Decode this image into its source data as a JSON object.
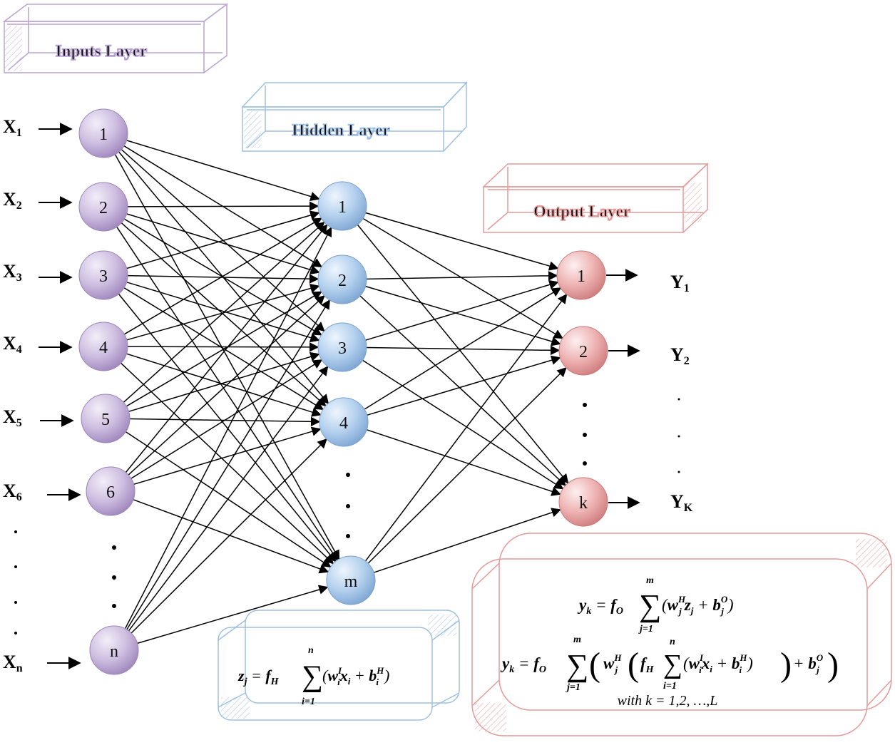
{
  "layers": {
    "inputs": "Inputs Layer",
    "hidden": "Hidden Layer",
    "output": "Output Layer"
  },
  "inputs": {
    "labels": [
      {
        "base": "X",
        "sub": "1"
      },
      {
        "base": "X",
        "sub": "2"
      },
      {
        "base": "X",
        "sub": "3"
      },
      {
        "base": "X",
        "sub": "4"
      },
      {
        "base": "X",
        "sub": "5"
      },
      {
        "base": "X",
        "sub": "6"
      },
      {
        "base": "X",
        "sub": "n"
      }
    ],
    "nodes": [
      "1",
      "2",
      "3",
      "4",
      "5",
      "6",
      "n"
    ]
  },
  "hidden": {
    "nodes": [
      "1",
      "2",
      "3",
      "4",
      "m"
    ]
  },
  "output": {
    "nodes": [
      "1",
      "2",
      "k"
    ],
    "labels": [
      {
        "base": "Y",
        "sub": "1"
      },
      {
        "base": "Y",
        "sub": "2"
      },
      {
        "base": "Y",
        "sub": "K"
      }
    ]
  },
  "equations": {
    "hidden_eq": {
      "lhs": "z",
      "lhs_sub": "j",
      "f": "f",
      "f_sub": "H",
      "sum_top": "n",
      "sum_bottom": "i=1",
      "w": "w",
      "w_sup": "I",
      "w_sub": "i",
      "x": "x",
      "x_sub": "i",
      "b": "b",
      "b_sup": "H",
      "b_sub": "i"
    },
    "output_eq1": {
      "lhs": "y",
      "lhs_sub": "k",
      "f": "f",
      "f_sub": "O",
      "sum_top": "m",
      "sum_bottom": "j=1",
      "w": "w",
      "w_sup": "H",
      "w_sub": "j",
      "z": "z",
      "z_sub": "j",
      "b": "b",
      "b_sup": "O",
      "b_sub": "j"
    },
    "output_eq2": {
      "lhs": "y",
      "lhs_sub": "k",
      "f_o": "f",
      "f_o_sub": "O",
      "sum_top": "m",
      "sum_bottom": "j=1",
      "w_h": "w",
      "w_h_sup": "H",
      "w_h_sub": "j",
      "f_h": "f",
      "f_h_sub": "H",
      "inner_sum_top": "n",
      "inner_sum_bottom": "i=1",
      "w_i": "w",
      "w_i_sup": "I",
      "w_i_sub": "i",
      "x": "x",
      "x_sub": "i",
      "b_h": "b",
      "b_h_sup": "H",
      "b_h_sub": "i",
      "b_o": "b",
      "b_o_sup": "O",
      "b_o_sub": "j"
    },
    "with_clause": "with k = 1,2, …,L"
  },
  "colors": {
    "input_node": "#c9b8dc",
    "input_box": "#b39ac9",
    "hidden_node": "#a9c8e8",
    "hidden_box": "#8fb4dc",
    "output_node": "#eaa9a9",
    "output_box": "#e38f8f"
  }
}
